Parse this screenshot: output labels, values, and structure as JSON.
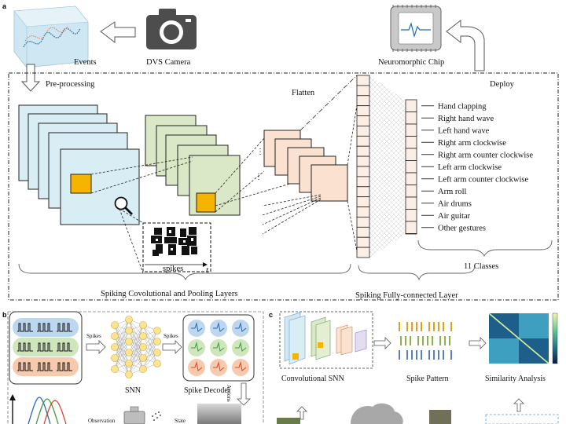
{
  "panel_a": {
    "panel_letter": "a",
    "events_label": "Events",
    "camera_label": "DVS Camera",
    "chip_label": "Neuromorphic Chip",
    "preprocess_label": "Pre-processing",
    "deploy_label": "Deploy",
    "flatten_label": "Flatten",
    "spikes_label": "spikes",
    "time_symbol": "t",
    "conv_layers_label": "Spiking Covolutional and Pooling Layers",
    "fc_layer_label": "Spiking Fully-connected Layer",
    "classes_count_label": "11 Classes",
    "classes": [
      "Hand clapping",
      "Right hand wave",
      "Left hand wave",
      "Right arm clockwise",
      "Right arm counter clockwise",
      "Left arm clockwise",
      "Left arm counter clockwise",
      "Arm roll",
      "Air drums",
      "Air guitar",
      "Other gestures"
    ],
    "colors": {
      "conv_blue": "#d9edf4",
      "pool_green": "#dbe8c8",
      "fc_peach": "#fbe1cf",
      "kernel_orange": "#f5b400",
      "column_fill": "#fbeee4"
    }
  },
  "panel_b": {
    "panel_letter": "b",
    "spikes_label_1": "Spikes",
    "spikes_label_2": "Spikes",
    "snn_label": "SNN",
    "decoder_label": "Spike Decoder",
    "actions_label": "Actions",
    "observation_label": "Observation",
    "state_label": "State",
    "colors": {
      "row_blue": "#bcd7ef",
      "row_green": "#cfe6bd",
      "row_orange": "#f7c9ad",
      "neuron_yellow": "#fde58f"
    }
  },
  "panel_c": {
    "panel_letter": "c",
    "conv_snn_label": "Convolutional SNN",
    "spike_pattern_label": "Spike Pattern",
    "similarity_label": "Similarity Analysis"
  }
}
